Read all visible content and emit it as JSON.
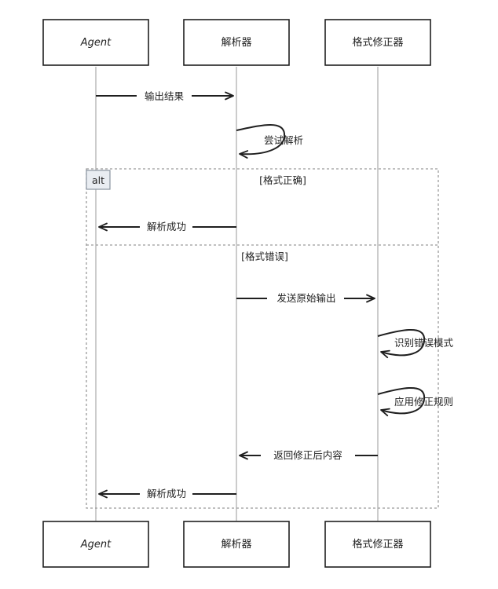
{
  "participants": [
    {
      "id": "agent",
      "label": "Agent"
    },
    {
      "id": "parser",
      "label": "解析器"
    },
    {
      "id": "fixer",
      "label": "格式修正器"
    }
  ],
  "messages": [
    {
      "id": "m1",
      "label": "输出结果"
    },
    {
      "id": "m2",
      "label": "尝试解析"
    },
    {
      "id": "m3",
      "label": "解析成功"
    },
    {
      "id": "m4",
      "label": "发送原始输出"
    },
    {
      "id": "m5",
      "label": "识别错误模式"
    },
    {
      "id": "m6",
      "label": "应用修正规则"
    },
    {
      "id": "m7",
      "label": "返回修正后内容"
    },
    {
      "id": "m8",
      "label": "解析成功"
    }
  ],
  "alt_block": {
    "tag": "alt",
    "guard_1": "[格式正确]",
    "guard_2": "[格式错误]"
  }
}
